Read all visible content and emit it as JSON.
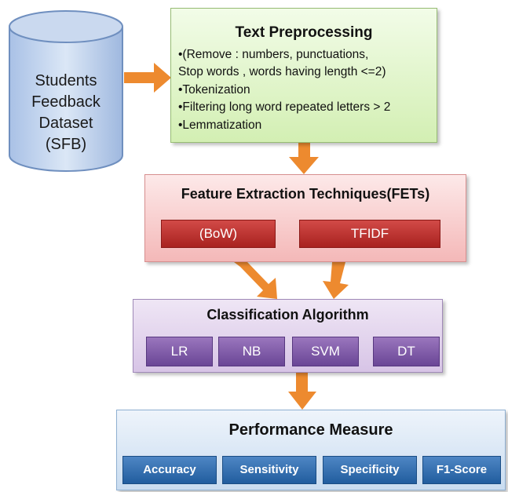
{
  "dataset": {
    "lines": [
      "Students",
      "Feedback",
      "Dataset",
      "(SFB)"
    ]
  },
  "preprocessing": {
    "title": "Text Preprocessing",
    "lines": [
      "•(Remove : numbers, punctuations,",
      "Stop words ,  words having length <=2)",
      "•Tokenization",
      "•Filtering long word repeated letters > 2",
      "•Lemmatization"
    ]
  },
  "feature_extraction": {
    "title": "Feature Extraction Techniques(FETs)",
    "items": [
      "(BoW)",
      "TFIDF"
    ]
  },
  "classification": {
    "title": "Classification Algorithm",
    "items": [
      "LR",
      "NB",
      "SVM",
      "DT"
    ]
  },
  "performance": {
    "title": "Performance  Measure",
    "items": [
      "Accuracy",
      "Sensitivity",
      "Specificity",
      "F1-Score"
    ]
  },
  "colors": {
    "arrow": "#ed8a2f",
    "db_fill": "#b9cdea",
    "db_stroke": "#6f8fbf"
  }
}
